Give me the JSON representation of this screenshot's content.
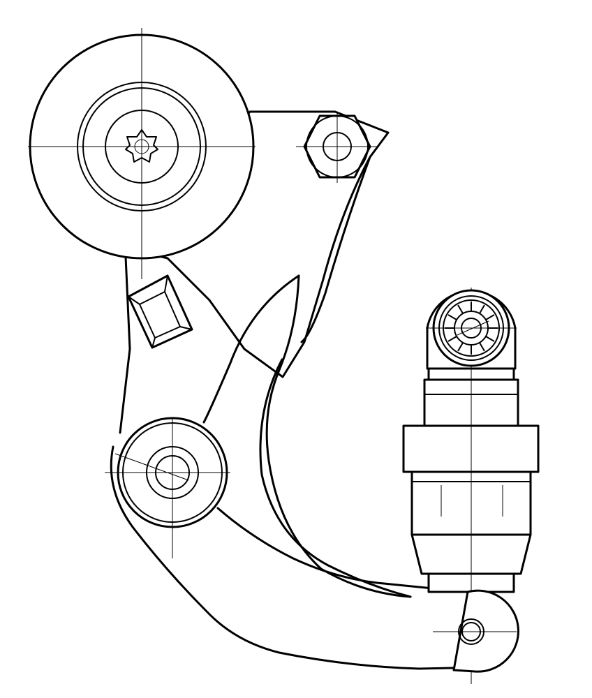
{
  "drawing": {
    "stroke_color": "#000000",
    "background_color": "#ffffff",
    "components": [
      "tensioner-arm",
      "idler-pulley",
      "torx-bolt",
      "hex-nut",
      "pivot-bushing",
      "hydraulic-damper",
      "damper-upper-eye",
      "damper-lower-eye",
      "mounting-block"
    ]
  }
}
